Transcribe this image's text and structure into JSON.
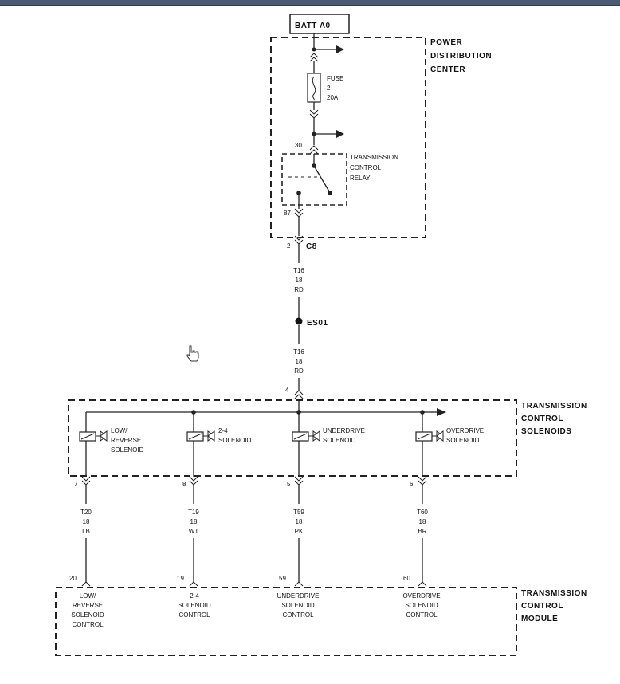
{
  "batt": "BATT A0",
  "pdc": {
    "line1": "POWER",
    "line2": "DISTRIBUTION",
    "line3": "CENTER"
  },
  "fuse": {
    "label": "FUSE",
    "number": "2",
    "rating": "20A"
  },
  "relay": {
    "line1": "TRANSMISSION",
    "line2": "CONTROL",
    "line3": "RELAY",
    "pin_in": "30",
    "pin_out": "87"
  },
  "connector": {
    "pin": "2",
    "name": "C8"
  },
  "wire_top": {
    "circuit": "T16",
    "gauge": "18",
    "color": "RD"
  },
  "splice": "ES01",
  "wire_mid": {
    "circuit": "T16",
    "gauge": "18",
    "color": "RD"
  },
  "solenoid_pack": {
    "line1": "TRANSMISSION",
    "line2": "CONTROL",
    "line3": "SOLENOIDS",
    "feed_pin": "4"
  },
  "solenoids": [
    {
      "name_l1": "LOW/",
      "name_l2": "REVERSE",
      "name_l3": "SOLENOID",
      "pin": "7",
      "circuit": "T20",
      "gauge": "18",
      "color": "LB",
      "tcm_pin": "20",
      "tcm_l1": "LOW/",
      "tcm_l2": "REVERSE",
      "tcm_l3": "SOLENOID",
      "tcm_l4": "CONTROL"
    },
    {
      "name_l1": "2-4",
      "name_l2": "SOLENOID",
      "name_l3": "",
      "pin": "8",
      "circuit": "T19",
      "gauge": "18",
      "color": "WT",
      "tcm_pin": "19",
      "tcm_l1": "2-4",
      "tcm_l2": "SOLENOID",
      "tcm_l3": "CONTROL",
      "tcm_l4": ""
    },
    {
      "name_l1": "UNDERDRIVE",
      "name_l2": "SOLENOID",
      "name_l3": "",
      "pin": "5",
      "circuit": "T59",
      "gauge": "18",
      "color": "PK",
      "tcm_pin": "59",
      "tcm_l1": "UNDERDRIVE",
      "tcm_l2": "SOLENOID",
      "tcm_l3": "CONTROL",
      "tcm_l4": ""
    },
    {
      "name_l1": "OVERDRIVE",
      "name_l2": "SOLENOID",
      "name_l3": "",
      "pin": "6",
      "circuit": "T60",
      "gauge": "18",
      "color": "BR",
      "tcm_pin": "60",
      "tcm_l1": "OVERDRIVE",
      "tcm_l2": "SOLENOID",
      "tcm_l3": "CONTROL",
      "tcm_l4": ""
    }
  ],
  "tcm": {
    "line1": "TRANSMISSION",
    "line2": "CONTROL",
    "line3": "MODULE"
  }
}
